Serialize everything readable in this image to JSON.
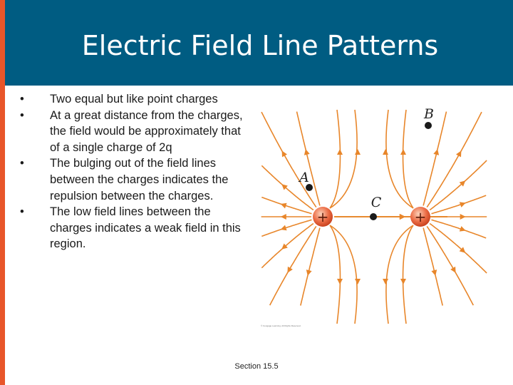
{
  "header": {
    "title": "Electric Field Line Patterns"
  },
  "bullets": [
    "Two equal but like point charges",
    "At a great distance from the charges, the field would be approximately that of a single charge of 2q",
    "The bulging out of the field lines between the charges indicates the repulsion between the charges.",
    "The low field lines between the charges indicates a weak field in this region."
  ],
  "figure": {
    "point_labels": {
      "a": "A",
      "b": "B",
      "c": "C"
    },
    "charge_symbol": "+",
    "credit": "© Cengage Learning. All Rights Reserved.",
    "colors": {
      "field_line": "#e8862a",
      "charge": "#e8603c",
      "point": "#1a1a1a"
    }
  },
  "footer": {
    "section": "Section 15.5"
  }
}
